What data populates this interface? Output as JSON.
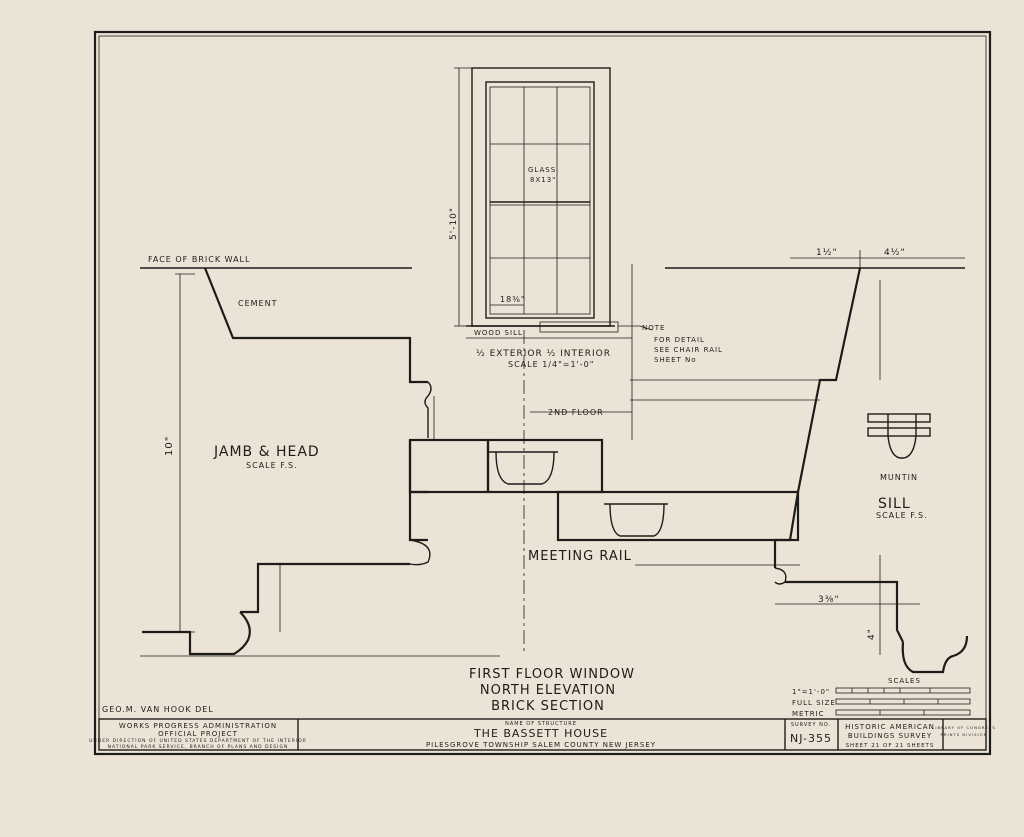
{
  "labels": {
    "face_of_brick_wall": "FACE OF BRICK WALL",
    "cement": "CEMENT",
    "dim_10": "10\"",
    "jamb_head": "JAMB & HEAD",
    "jamb_head_scale": "SCALE F.S.",
    "glass": "GLASS",
    "glass_size": "8X13\"",
    "dim_5_10": "5'-10\"",
    "dim_18": "18⅜\"",
    "wood_sill": "WOOD SILL",
    "exterior_interior": "½ EXTERIOR ½ INTERIOR",
    "window_scale": "SCALE 1/4\"=1'-0\"",
    "note_1": "NOTE",
    "note_2": "FOR DETAIL",
    "note_3": "SEE CHAIR RAIL",
    "note_4": "SHEET No",
    "second_floor": "2ND FLOOR",
    "meeting_rail": "MEETING RAIL",
    "dim_1_half": "1½\"",
    "dim_4_half": "4½\"",
    "muntin": "MUNTIN",
    "sill": "SILL",
    "sill_scale": "SCALE F.S.",
    "dim_3_8": "3⅜\"",
    "dim_4": "4\"",
    "title_1": "FIRST FLOOR WINDOW",
    "title_2": "NORTH ELEVATION",
    "title_3": "BRICK SECTION",
    "scales_label": "SCALES",
    "scale_1": "1\"=1'-0\"",
    "scale_2": "FULL SIZE",
    "scale_3": "METRIC",
    "delineator": "GEO.M. VAN HOOK DEL"
  },
  "title_block": {
    "wpa_1": "WORKS PROGRESS ADMINISTRATION",
    "wpa_2": "OFFICIAL PROJECT",
    "wpa_3": "UNDER DIRECTION OF UNITED STATES DEPARTMENT OF THE INTERIOR",
    "wpa_4": "NATIONAL PARK SERVICE, BRANCH OF PLANS AND DESIGN",
    "name_label": "NAME OF STRUCTURE",
    "structure_name": "THE BASSETT HOUSE",
    "location": "PILESGROVE TOWNSHIP  SALEM COUNTY  NEW JERSEY",
    "survey_label": "SURVEY NO.",
    "survey_no": "NJ-355",
    "habs_1": "HISTORIC AMERICAN",
    "habs_2": "BUILDINGS SURVEY",
    "sheet": "SHEET 21 OF 21 SHEETS",
    "library_1": "LIBRARY OF CONGRESS",
    "library_2": "PRINTS DIVISION"
  }
}
